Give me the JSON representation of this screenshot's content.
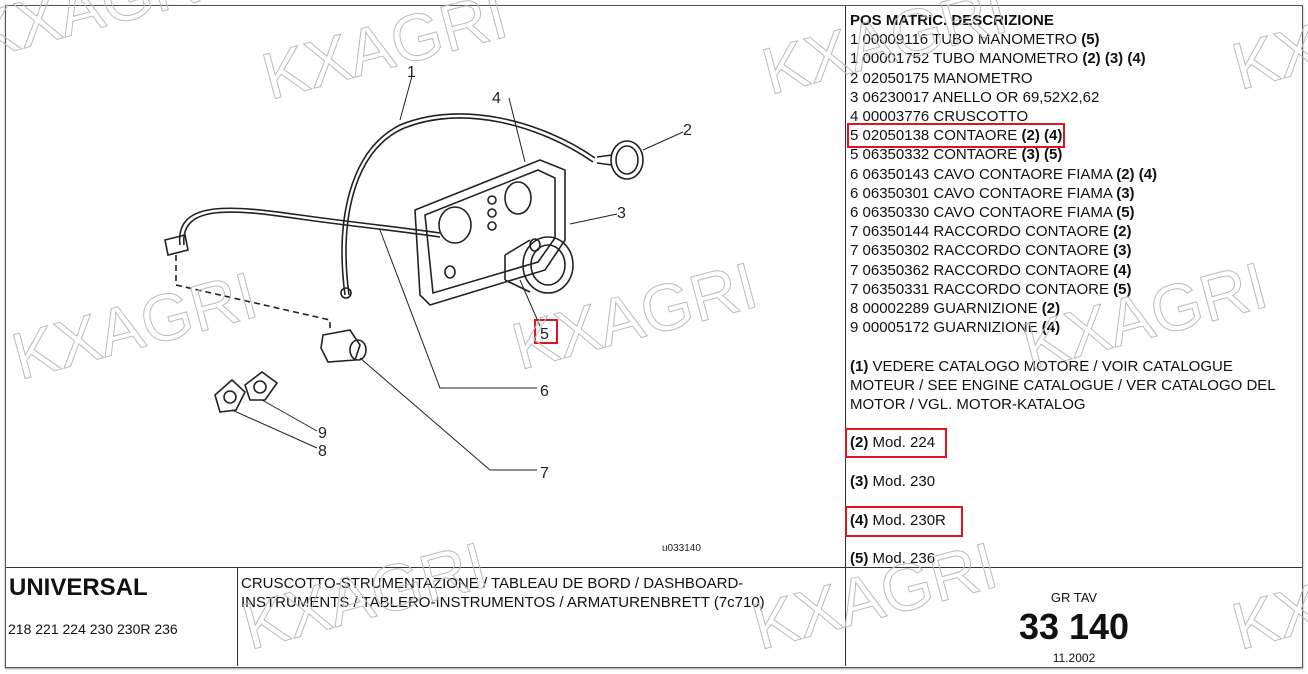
{
  "diagram": {
    "callouts": [
      "1",
      "2",
      "3",
      "4",
      "5",
      "6",
      "7",
      "8",
      "9"
    ],
    "highlighted_callout": "5",
    "drawing_code": "u033140"
  },
  "parts_list": {
    "header": "POS MATRIC. DESCRIZIONE",
    "rows": [
      {
        "text": "1 00009116 TUBO MANOMETRO",
        "refs": "(5)"
      },
      {
        "text": "1 00001752 TUBO MANOMETRO",
        "refs": "(2) (3) (4)"
      },
      {
        "text": "2 02050175 MANOMETRO",
        "refs": ""
      },
      {
        "text": "3 06230017 ANELLO OR 69,52X2,62",
        "refs": ""
      },
      {
        "text": "4 00003776 CRUSCOTTO",
        "refs": ""
      },
      {
        "text": "5 02050138 CONTAORE",
        "refs": "(2) (4)",
        "highlighted": true
      },
      {
        "text": "5 06350332 CONTAORE",
        "refs": "(3) (5)"
      },
      {
        "text": "6 06350143 CAVO CONTAORE FIAMA",
        "refs": "(2) (4)"
      },
      {
        "text": "6 06350301 CAVO CONTAORE FIAMA",
        "refs": "(3)"
      },
      {
        "text": "6 06350330 CAVO CONTAORE FIAMA",
        "refs": "(5)"
      },
      {
        "text": "7 06350144 RACCORDO CONTAORE",
        "refs": "(2)"
      },
      {
        "text": "7 06350302 RACCORDO CONTAORE",
        "refs": "(3)"
      },
      {
        "text": "7 06350362 RACCORDO CONTAORE",
        "refs": "(4)"
      },
      {
        "text": "7 06350331 RACCORDO CONTAORE",
        "refs": "(5)"
      },
      {
        "text": "8 00002289 GUARNIZIONE",
        "refs": "(2)"
      },
      {
        "text": "9 00005172 GUARNIZIONE",
        "refs": "(4)"
      }
    ]
  },
  "notes": [
    {
      "ref": "(1)",
      "text": " VEDERE CATALOGO MOTORE / VOIR CATALOGUE MOTEUR / SEE ENGINE CATALOGUE / VER CATALOGO DEL MOTOR / VGL. MOTOR-KATALOG"
    },
    {
      "ref": "(2)",
      "text": " Mod. 224",
      "highlighted": true
    },
    {
      "ref": "(3)",
      "text": " Mod. 230"
    },
    {
      "ref": "(4)",
      "text": " Mod. 230R",
      "highlighted": true
    },
    {
      "ref": "(5)",
      "text": " Mod. 236"
    }
  ],
  "footer": {
    "brand": "UNIVERSAL",
    "models": "218 221 224 230 230R 236",
    "title": "CRUSCOTTO-STRUMENTAZIONE / TABLEAU DE BORD / DASHBOARD-INSTRUMENTS / TABLERO-INSTRUMENTOS / ARMATURENBRETT (7c710)",
    "gr_tav_label": "GR TAV",
    "gr_tav_number": "33 140",
    "date": "11.2002"
  },
  "watermark": "KXAGRI",
  "colors": {
    "highlight": "#e0141e",
    "border": "#333333"
  }
}
